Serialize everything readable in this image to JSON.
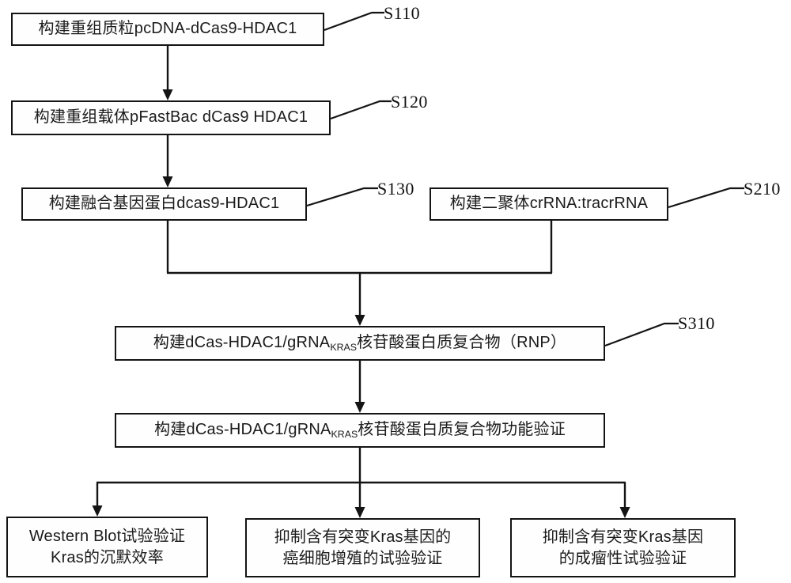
{
  "diagram": {
    "title": "CRISPR dCas9-HDAC1 KRAS silencing workflow flowchart",
    "line_color": "#141414",
    "box_fill": "#fefefe",
    "background": "#ffffff"
  },
  "nodes": [
    {
      "id": "s110",
      "step_tag": "S110",
      "text": "构建重组质粒pcDNA-dCas9-HDAC1"
    },
    {
      "id": "s120",
      "step_tag": "S120",
      "text": "构建重组载体pFastBac dCas9 HDAC1"
    },
    {
      "id": "s130",
      "step_tag": "S130",
      "text": "构建融合基因蛋白dcas9-HDAC1"
    },
    {
      "id": "s210",
      "step_tag": "S210",
      "text": "构建二聚体crRNA:tracrRNA"
    },
    {
      "id": "s310",
      "step_tag": "S310",
      "text_before": "构建dCas-HDAC1/gRNA",
      "text_subscript": "KRAS",
      "text_after": "核苷酸蛋白质复合物（RNP）"
    },
    {
      "id": "verify",
      "step_tag": "",
      "text_before": "构建dCas-HDAC1/gRNA",
      "text_subscript": "KRAS",
      "text_after": "核苷酸蛋白质复合物功能验证"
    },
    {
      "id": "result_left",
      "step_tag": "",
      "line1": "Western Blot试验验证",
      "line2": "Kras的沉默效率"
    },
    {
      "id": "result_mid",
      "step_tag": "",
      "line1": "抑制含有突变Kras基因的",
      "line2": "癌细胞增殖的试验验证"
    },
    {
      "id": "result_right",
      "step_tag": "",
      "line1": "抑制含有突变Kras基因",
      "line2": "的成瘤性试验验证"
    }
  ]
}
